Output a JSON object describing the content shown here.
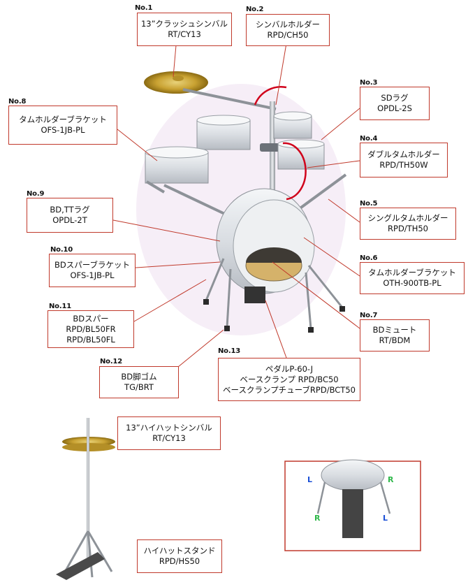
{
  "colors": {
    "callout_border": "#c0392b",
    "leader_line": "#c0392b",
    "highlight_circle": "#d0021b",
    "left_marker": "#1a4fd6",
    "right_marker": "#2fb84a"
  },
  "parts": [
    {
      "no": "No.1",
      "lines": [
        "13”クラッシュシンバル",
        "RT/CY13"
      ]
    },
    {
      "no": "No.2",
      "lines": [
        "シンバルホルダー",
        "RPD/CH50"
      ]
    },
    {
      "no": "No.3",
      "lines": [
        "SDラグ",
        "OPDL-2S"
      ]
    },
    {
      "no": "No.4",
      "lines": [
        "ダブルタムホルダー",
        "RPD/TH50W"
      ]
    },
    {
      "no": "No.5",
      "lines": [
        "シングルタムホルダー",
        "RPD/TH50"
      ]
    },
    {
      "no": "No.6",
      "lines": [
        "タムホルダーブラケット",
        "OTH-900TB-PL"
      ]
    },
    {
      "no": "No.7",
      "lines": [
        "BDミュート",
        "RT/BDM"
      ]
    },
    {
      "no": "No.8",
      "lines": [
        "タムホルダーブラケット",
        "OFS-1JB-PL"
      ]
    },
    {
      "no": "No.9",
      "lines": [
        "BD,TTラグ",
        "OPDL-2T"
      ]
    },
    {
      "no": "No.10",
      "lines": [
        "BDスパーブラケット",
        "OFS-1JB-PL"
      ]
    },
    {
      "no": "No.11",
      "lines": [
        "BDスパー",
        "RPD/BL50FR",
        "RPD/BL50FL"
      ]
    },
    {
      "no": "No.12",
      "lines": [
        "BD脚ゴム",
        "TG/BRT"
      ]
    },
    {
      "no": "No.13",
      "lines": [
        "ペダルP-60-J",
        "ベースクランプ RPD/BC50",
        "ベースクランプチューブRPD/BCT50"
      ]
    }
  ],
  "hihat_parts": [
    {
      "lines": [
        "13”ハイハットシンバル",
        "RT/CY13"
      ]
    },
    {
      "lines": [
        "ハイハットスタンド",
        "RPD/HS50"
      ]
    }
  ],
  "inset": {
    "markers": [
      "L",
      "R",
      "R",
      "L"
    ]
  }
}
